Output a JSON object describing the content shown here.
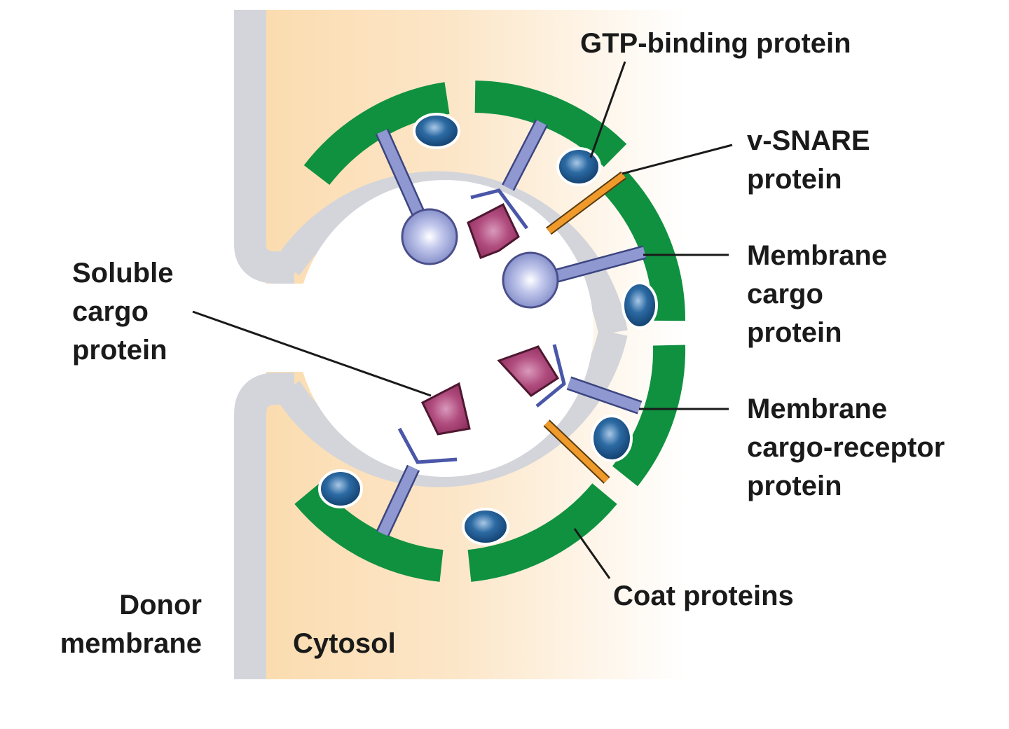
{
  "labels": {
    "gtp": [
      "GTP-binding protein"
    ],
    "vsnare": [
      "v-SNARE",
      "protein"
    ],
    "membrane_cargo": [
      "Membrane",
      "cargo",
      "protein"
    ],
    "cargo_receptor": [
      "Membrane",
      "cargo-receptor",
      "protein"
    ],
    "soluble_cargo": [
      "Soluble",
      "cargo",
      "protein"
    ],
    "coat": [
      "Coat proteins"
    ],
    "donor": [
      "Donor",
      "membrane"
    ],
    "cytosol": [
      "Cytosol"
    ]
  },
  "colors": {
    "coat": "#0f9140",
    "membrane": "#d3d5da",
    "cytosol": "#fbdcb0",
    "gtp": "#1f5a8e",
    "cargo_protein": "#8f98d0",
    "soluble_cargo": "#a13a6b",
    "vsnare": "#ef9a2a",
    "receptor_outline": "#4a56a8"
  }
}
